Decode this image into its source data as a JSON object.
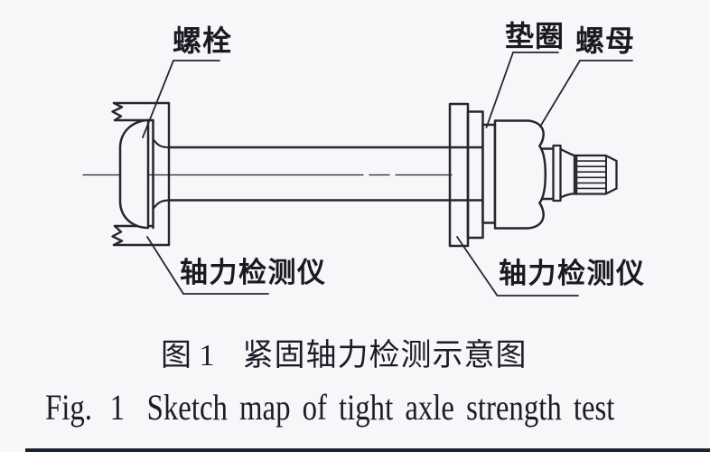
{
  "labels": {
    "bolt": "螺栓",
    "washer": "垫圈",
    "nut": "螺母",
    "detector_left": "轴力检测仪",
    "detector_right": "轴力检测仪"
  },
  "caption_zh": {
    "fig_no": "图 1",
    "text": "紧固轴力检测示意图"
  },
  "caption_en": {
    "fig_no": "Fig. 1",
    "text": "Sketch map of tight axle strength test"
  },
  "colors": {
    "background": "#f6f7f9",
    "line": "#26262c",
    "text": "#1a1a22",
    "bottom_bar": "#1b2230"
  }
}
